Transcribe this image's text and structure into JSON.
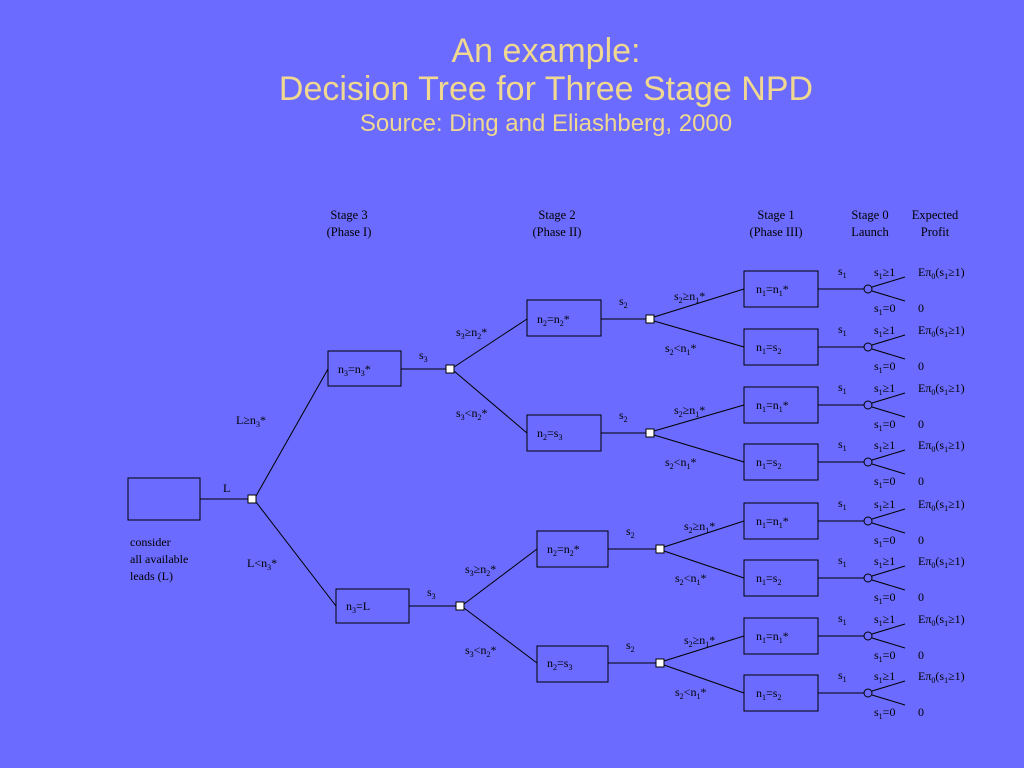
{
  "title": {
    "line1": "An example:",
    "line2": "Decision Tree for Three Stage NPD",
    "line3": "Source: Ding and Eliashberg, 2000"
  },
  "colors": {
    "background": "#6b6bff",
    "title": "#f0d890",
    "lines": "#000000"
  },
  "stage_headers": [
    {
      "line1": "Stage 3",
      "line2": "(Phase I)"
    },
    {
      "line1": "Stage 2",
      "line2": "(Phase II)"
    },
    {
      "line1": "Stage 1",
      "line2": "(Phase III)"
    },
    {
      "line1": "Stage 0",
      "line2": "Launch"
    },
    {
      "line1": "Expected",
      "line2": "Profit"
    }
  ],
  "root_label": [
    "consider",
    "all available",
    "leads (L)"
  ],
  "root_branch_label": "L",
  "l_branches": [
    {
      "rel": "≥",
      "suffix": "*"
    },
    {
      "rel": "<",
      "suffix": "*"
    }
  ],
  "stage3_boxes": [
    {
      "label": "n",
      "sub": "3",
      "mid": "=n",
      "sub2": "3",
      "end": "*"
    },
    {
      "label": "n",
      "sub": "3",
      "mid": "=L",
      "sub2": "",
      "end": ""
    }
  ],
  "stage3_chance_label": {
    "var": "s",
    "sub": "3"
  },
  "stage3_branches": [
    {
      "rel": "≥",
      "suffix": "*"
    },
    {
      "rel": "<",
      "suffix": "*"
    }
  ],
  "stage2_boxes": [
    {
      "label": "n",
      "sub": "2",
      "mid": "=n",
      "sub2": "2",
      "end": "*"
    },
    {
      "label": "n",
      "sub": "2",
      "mid": "=s",
      "sub2": "3",
      "end": ""
    }
  ],
  "stage2_chance_label": {
    "var": "s",
    "sub": "2"
  },
  "stage2_branches": [
    {
      "rel": "≥",
      "suffix": "*"
    },
    {
      "rel": "<",
      "suffix": "*"
    }
  ],
  "stage1_boxes": [
    {
      "label": "n",
      "sub": "1",
      "mid": "=n",
      "sub2": "1",
      "end": "*"
    },
    {
      "label": "n",
      "sub": "1",
      "mid": "=s",
      "sub2": "2",
      "end": ""
    }
  ],
  "stage1_chance_label": {
    "var": "s",
    "sub": "1"
  },
  "outcomes": [
    {
      "cond": "≥1",
      "profit_prefix": "Eπ",
      "profit_sub": "0",
      "profit_cond": "(s",
      "profit_cond_sub": "1",
      "profit_end": "≥1)"
    },
    {
      "cond": "=0",
      "profit_value": "0"
    }
  ]
}
